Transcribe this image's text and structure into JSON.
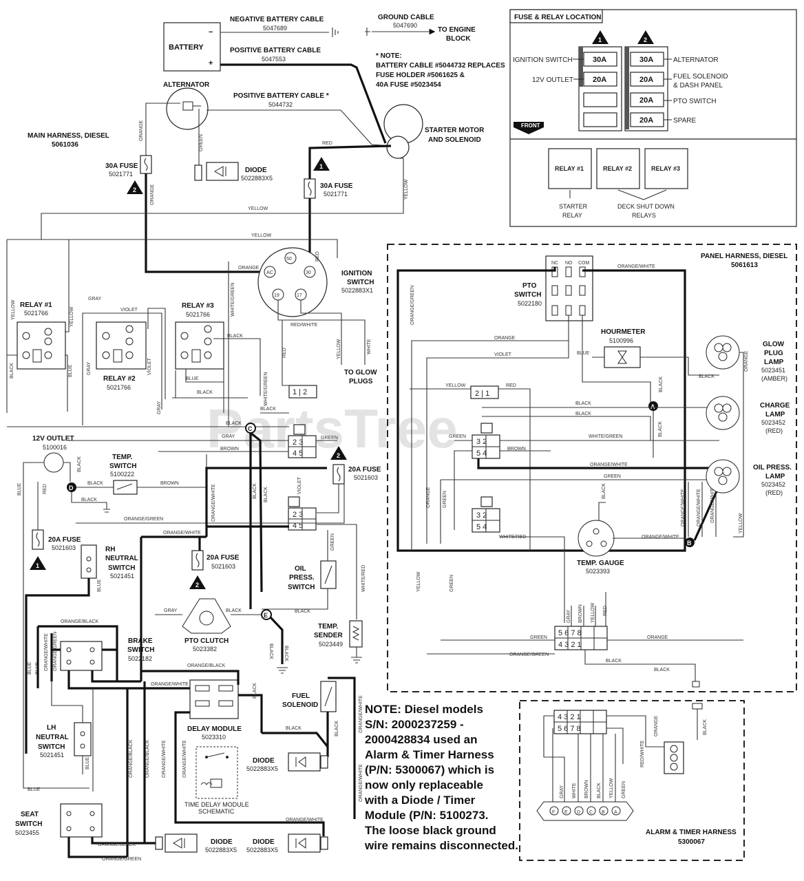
{
  "battery": {
    "label": "BATTERY",
    "neg": "−",
    "pos": "+"
  },
  "cables": {
    "neg_title": "NEGATIVE BATTERY CABLE",
    "neg_part": "5047689",
    "pos_title": "POSITIVE BATTERY CABLE",
    "pos_part": "5047553",
    "ground_title": "GROUND CABLE",
    "ground_part": "5047690",
    "engine_line1": "TO ENGINE",
    "engine_line2": "BLOCK",
    "pos2_title": "POSITIVE BATTERY CABLE *",
    "pos2_part": "5044732"
  },
  "star_note": {
    "l1": "* NOTE:",
    "l2": "BATTERY CABLE #5044732 REPLACES",
    "l3": "FUSE HOLDER #5061625 &",
    "l4": "40A FUSE #5023454"
  },
  "fuse_relay": {
    "title": "FUSE & RELAY LOCATION",
    "m1": "1",
    "m2": "2",
    "ign": "IGNITION SWITCH",
    "outlet": "12V OUTLET",
    "alt": "ALTERNATOR",
    "fuel1": "FUEL SOLENOID",
    "fuel2": "& DASH PANEL",
    "pto": "PTO SWITCH",
    "spare": "SPARE",
    "f30a": "30A",
    "f20a": "20A",
    "front": "FRONT",
    "relay1": "RELAY #1",
    "relay2": "RELAY #2",
    "relay3": "RELAY #3",
    "starter1": "STARTER",
    "starter2": "RELAY",
    "deck1": "DECK SHUT DOWN",
    "deck2": "RELAYS"
  },
  "main_harness": {
    "l1": "MAIN HARNESS, DIESEL",
    "l2": "5061036"
  },
  "panel_harness": {
    "l1": "PANEL HARNESS, DIESEL",
    "l2": "5061613"
  },
  "alarm_harness": {
    "l1": "ALARM & TIMER HARNESS",
    "l2": "5300067"
  },
  "parts": {
    "alternator": "ALTERNATOR",
    "starter1": "STARTER MOTOR",
    "starter2": "AND SOLENOID",
    "diode": "DIODE",
    "diode_part": "5022883X5",
    "fuse30": "30A FUSE",
    "fuse30_part": "5021771",
    "fuse20": "20A FUSE",
    "fuse20_part": "5021603",
    "ign1": "IGNITION",
    "ign2": "SWITCH",
    "ign_part": "5022883X1",
    "relay1": "RELAY #1",
    "relay2": "RELAY #2",
    "relay3": "RELAY #3",
    "relay_part": "5021766",
    "glow1": "TO GLOW",
    "glow2": "PLUGS",
    "outlet": "12V OUTLET",
    "outlet_part": "5100016",
    "temp_sw1": "TEMP.",
    "temp_sw2": "SWITCH",
    "temp_sw_part": "5100222",
    "rh1": "RH",
    "rh2": "NEUTRAL",
    "rh3": "SWITCH",
    "rh_part": "5021451",
    "oil1": "OIL",
    "oil2": "PRESS.",
    "oil3": "SWITCH",
    "brake1": "BRAKE",
    "brake2": "SWITCH",
    "brake_part": "5022182",
    "clutch": "PTO CLUTCH",
    "clutch_part": "5023382",
    "sender1": "TEMP.",
    "sender2": "SENDER",
    "sender_part": "5023449",
    "lh1": "LH",
    "lh2": "NEUTRAL",
    "lh3": "SWITCH",
    "lh_part": "5021451",
    "fuel1": "FUEL",
    "fuel2": "SOLENOID",
    "delay": "DELAY MODULE",
    "delay_part": "5023310",
    "tdm1": "TIME DELAY MODULE",
    "tdm2": "SCHEMATIC",
    "seat1": "SEAT",
    "seat2": "SWITCH",
    "seat_part": "5023455",
    "pto1": "PTO",
    "pto2": "SWITCH",
    "pto_part": "5022180",
    "hour": "HOURMETER",
    "hour_part": "5100996",
    "glow_lamp1": "GLOW",
    "glow_lamp2": "PLUG",
    "glow_lamp3": "LAMP",
    "glow_lamp_part": "5023451",
    "glow_lamp_color": "(AMBER)",
    "charge1": "CHARGE",
    "charge2": "LAMP",
    "charge_part": "5023452",
    "charge_color": "(RED)",
    "oilp1": "OIL PRESS.",
    "oilp2": "LAMP",
    "oilp_part": "5023452",
    "oilp_color": "(RED)",
    "gauge1": "TEMP. GAUGE",
    "gauge_part": "5023393",
    "nc": "NC",
    "no": "NO",
    "com": "COM"
  },
  "big_note": {
    "l1": "NOTE: Diesel models",
    "l2": "S/N: 2000237259 -",
    "l3": "2000428834 used an",
    "l4": "Alarm & Timer Harness",
    "l5": "(P/N: 5300067) which is",
    "l6": "now only replaceable",
    "l7": "with a Diode / Timer",
    "l8": "Module (P/N: 5100273.",
    "l9": "The loose black ground",
    "l10": "wire remains disconnected."
  },
  "wires": {
    "orange": "ORANGE",
    "green": "GREEN",
    "red": "RED",
    "yellow": "YELLOW",
    "black": "BLACK",
    "blue": "BLUE",
    "gray": "GRAY",
    "violet": "VIOLET",
    "brown": "BROWN",
    "white": "WHITE",
    "orange_white": "ORANGE/WHITE",
    "orange_green": "ORANGE/GREEN",
    "orange_black": "ORANGE/BLACK",
    "white_green": "WHITE/GREEN",
    "white_red": "WHITE/RED",
    "red_white": "RED/WHITE"
  },
  "watermark": "PartsTree"
}
